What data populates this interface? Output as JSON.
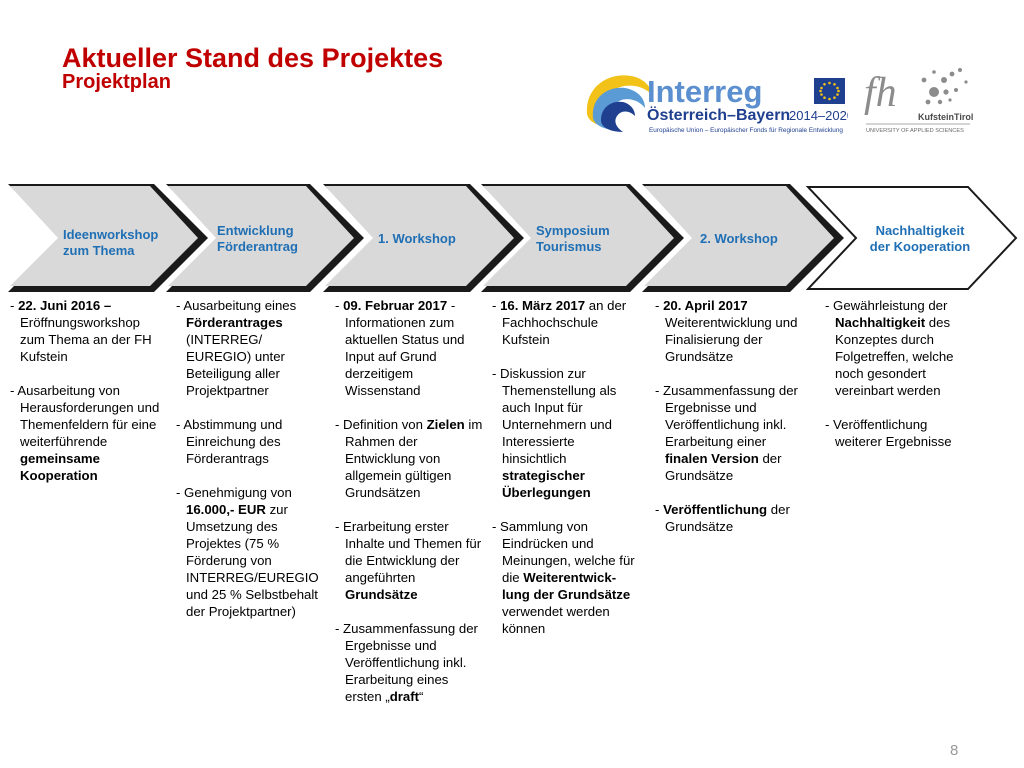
{
  "header": {
    "title": "Aktueller Stand des Projektes",
    "subtitle": "Projektplan"
  },
  "logos": {
    "interreg": {
      "name": "Interreg",
      "region": "Österreich–Bayern",
      "period": "2014–2020",
      "tagline": "Europäische Union – Europäischer Fonds für Regionale Entwicklung"
    },
    "fh": {
      "mark": "fh",
      "name": "KufsteinTirol",
      "tagline": "UNIVERSITY OF APPLIED SCIENCES"
    }
  },
  "steps": [
    {
      "line1": "Ideenworkshop",
      "line2": "zum Thema"
    },
    {
      "line1": "Entwicklung",
      "line2": "Förderantrag"
    },
    {
      "line1": "1. Workshop",
      "line2": ""
    },
    {
      "line1": "Symposium",
      "line2": "Tourismus"
    },
    {
      "line1": "2. Workshop",
      "line2": ""
    },
    {
      "line1": "Nachhaltigkeit",
      "line2": "der Kooperation"
    }
  ],
  "columns": [
    {
      "items": [
        [
          {
            "t": "- "
          },
          {
            "t": "22. Juni 2016 –",
            "b": true
          },
          {
            "t": " Eröffnungsworkshop zum Thema an der FH Kufstein"
          }
        ],
        [
          {
            "t": "- Ausarbeitung von Herausforderungen und Themenfeldern für eine weiterführende "
          },
          {
            "t": "gemeinsame Kooperation",
            "b": true
          }
        ]
      ]
    },
    {
      "items": [
        [
          {
            "t": "- Ausarbeitung eines "
          },
          {
            "t": "Förderantrages",
            "b": true
          },
          {
            "t": " (INTERREG/ EUREGIO) unter Beteiligung aller Projektpartner"
          }
        ],
        [
          {
            "t": "- Abstimmung und Einreichung des Förderantrags"
          }
        ],
        [
          {
            "t": "- Genehmigung von "
          },
          {
            "t": "16.000,- EUR",
            "b": true
          },
          {
            "t": " zur Umsetzung des Projektes (75 % Förderung von INTERREG/EUREGIO und 25 % Selbstbehalt der Projektpartner)"
          }
        ]
      ]
    },
    {
      "items": [
        [
          {
            "t": "- "
          },
          {
            "t": "09. Februar 2017",
            "b": true
          },
          {
            "t": " - Informationen zum aktuellen Status und Input auf Grund derzeitigem Wissenstand"
          }
        ],
        [
          {
            "t": "- Definition von "
          },
          {
            "t": "Zielen",
            "b": true
          },
          {
            "t": " im Rahmen der Entwicklung von allgemein gültigen Grundsätzen"
          }
        ],
        [
          {
            "t": "- Erarbeitung erster Inhalte und Themen für die Entwicklung der angeführten "
          },
          {
            "t": "Grundsätze",
            "b": true
          }
        ],
        [
          {
            "t": "- Zusammenfassung der Ergebnisse und Veröffentlichung inkl. Erarbeitung eines ersten „"
          },
          {
            "t": "draft",
            "b": true
          },
          {
            "t": "“"
          }
        ]
      ]
    },
    {
      "items": [
        [
          {
            "t": "- "
          },
          {
            "t": "16. März 2017",
            "b": true
          },
          {
            "t": " an der Fachhochschule Kufstein"
          }
        ],
        [
          {
            "t": "- Diskussion zur Themenstellung als auch Input für Unternehmern und Interessierte hinsichtlich "
          },
          {
            "t": "strategischer Überlegungen",
            "b": true
          }
        ],
        [
          {
            "t": "- Sammlung von Eindrücken und Meinungen, welche für die "
          },
          {
            "t": "Weiterentwick-lung der Grundsätze",
            "b": true
          },
          {
            "t": " verwendet werden können"
          }
        ]
      ]
    },
    {
      "items": [
        [
          {
            "t": "- "
          },
          {
            "t": "20. April 2017",
            "b": true
          },
          {
            "t": " Weiterentwicklung und Finalisierung der Grundsätze"
          }
        ],
        [
          {
            "t": "- Zusammenfassung der Ergebnisse und Veröffentlichung inkl. Erarbeitung einer "
          },
          {
            "t": "finalen Version",
            "b": true
          },
          {
            "t": " der Grundsätze"
          }
        ],
        [
          {
            "t": "- "
          },
          {
            "t": "Veröffentlichung",
            "b": true
          },
          {
            "t": " der Grundsätze"
          }
        ]
      ]
    },
    {
      "items": [
        [
          {
            "t": "- Gewährleistung der "
          },
          {
            "t": "Nachhaltigkeit",
            "b": true
          },
          {
            "t": " des Konzeptes durch Folgetreffen, welche noch gesondert vereinbart werden"
          }
        ],
        [
          {
            "t": "- Veröffentlichung weiterer Ergebnisse"
          }
        ]
      ]
    }
  ],
  "footer": {
    "page_number": "8"
  },
  "colors": {
    "title": "#c00000",
    "step_text": "#1f6fb5",
    "chevron_fill": "#d9d9d9",
    "chevron_dark": "#1a1a1a"
  }
}
